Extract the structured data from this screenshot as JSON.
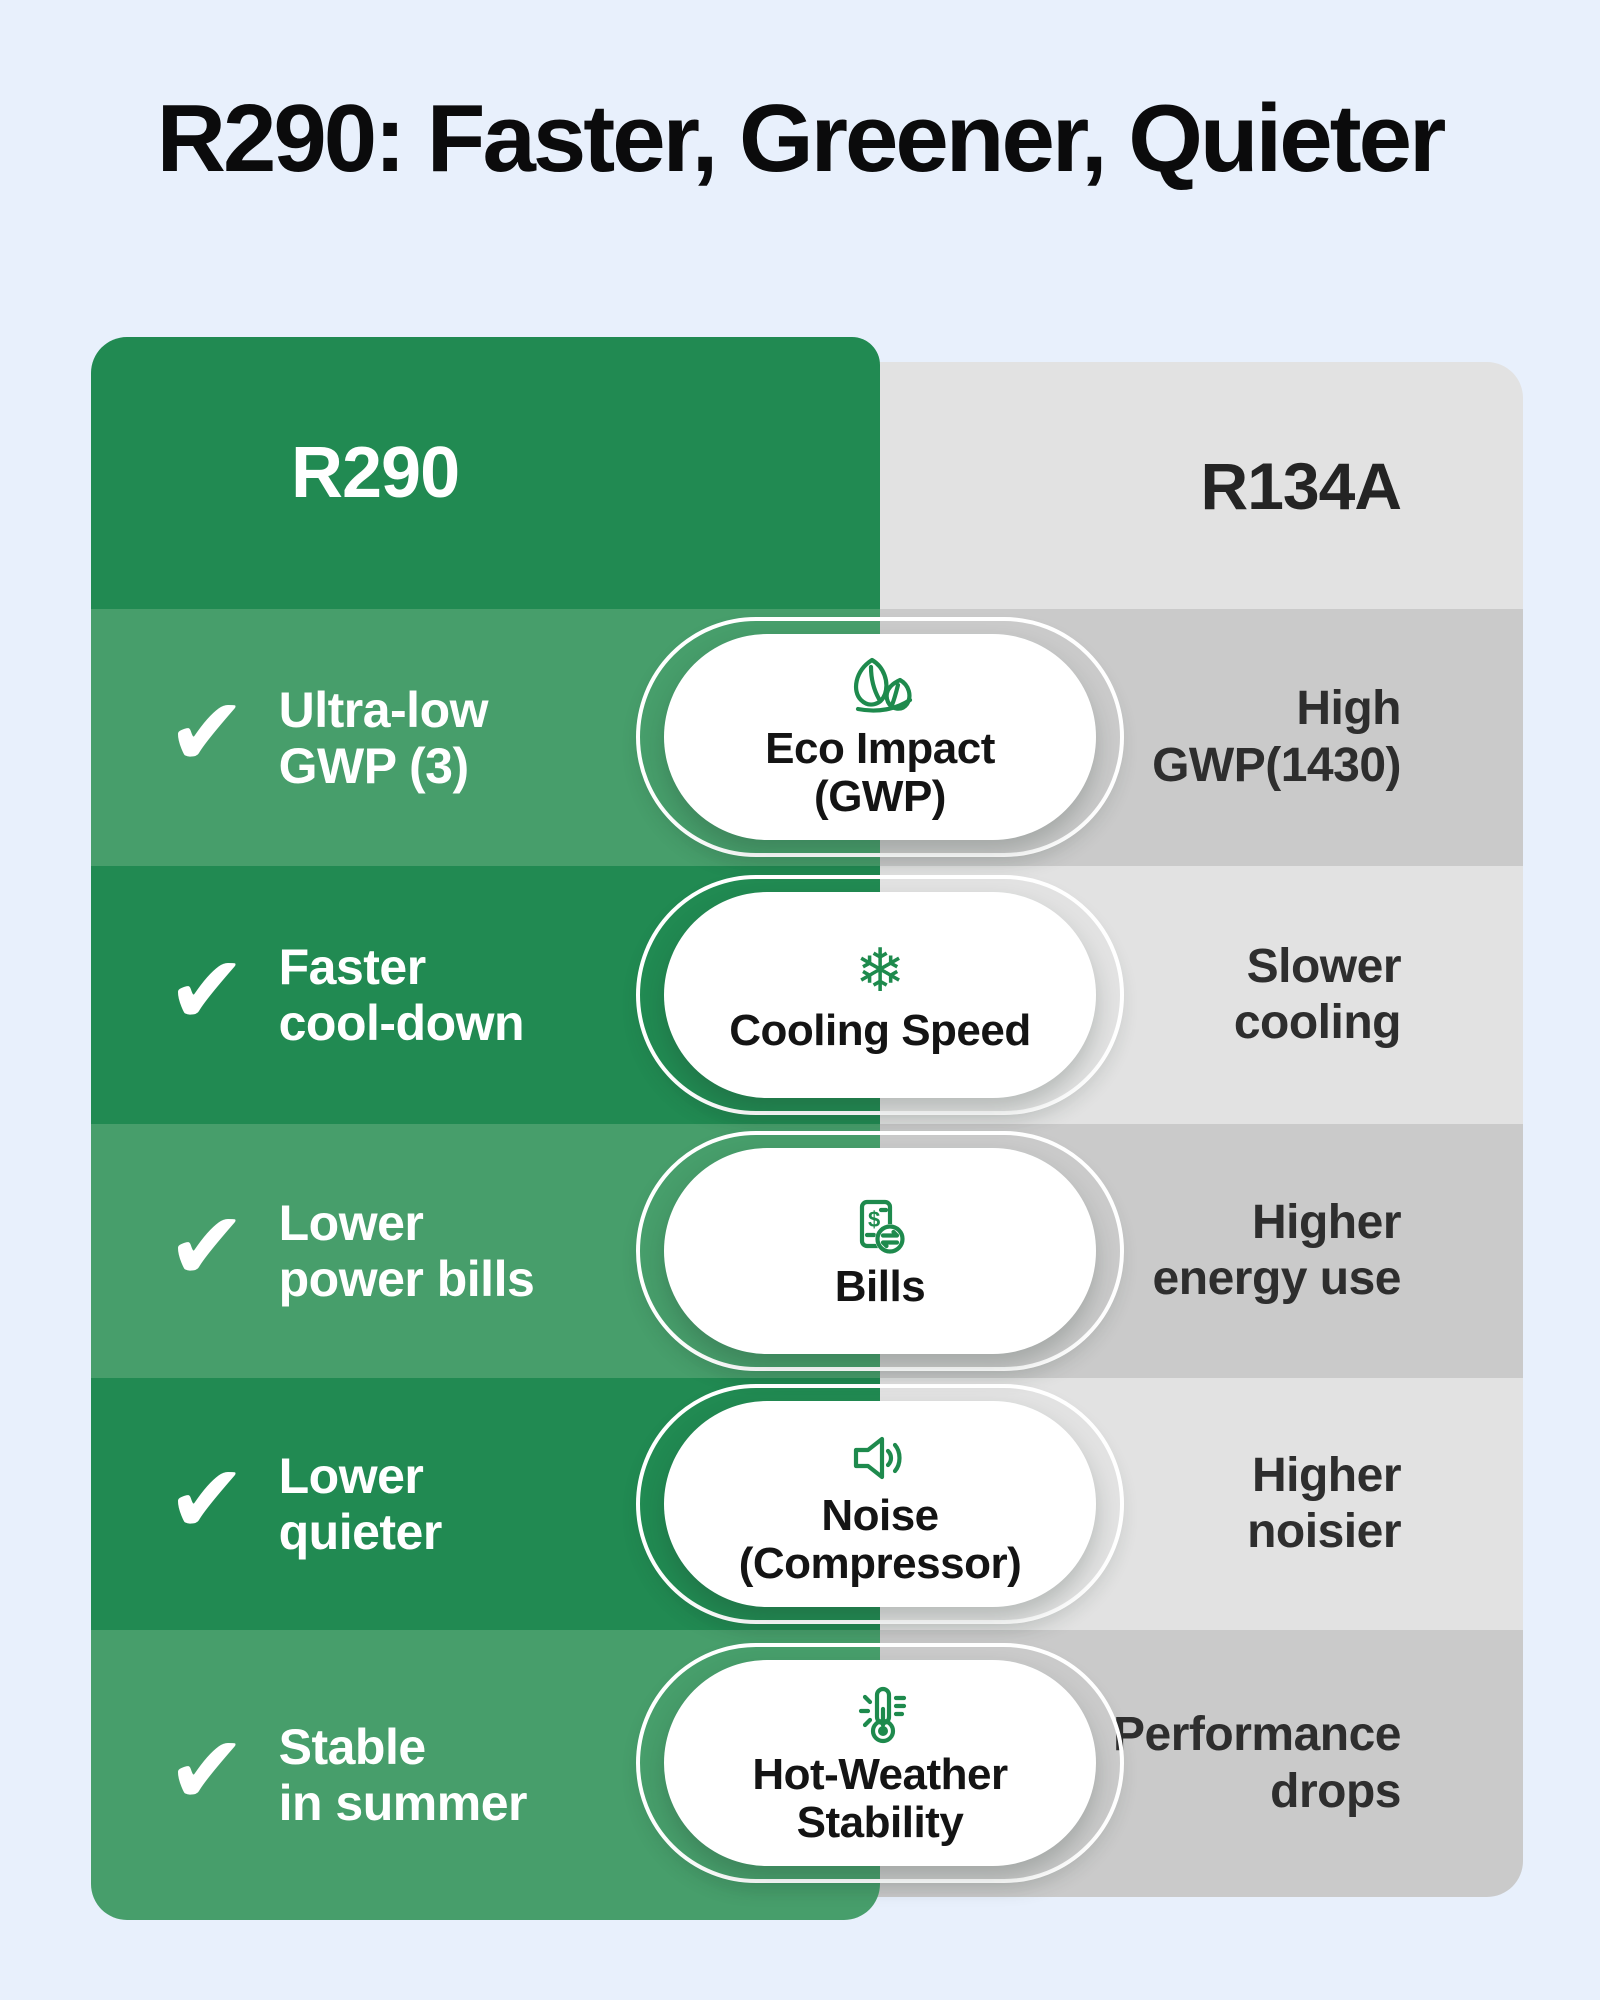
{
  "title": "R290: Faster, Greener, Quieter",
  "colors": {
    "bg": "#E8F0FC",
    "title": "#0B0B0C",
    "green_dark": "#218A52",
    "green_light": "#479E6B",
    "gray_header": "#E2E2E2",
    "gray_light": "#E2E2E2",
    "gray_dark": "#CACACA",
    "pill": "#FFFFFF",
    "icon_green": "#1E8A4D",
    "right_text": "#2E2E2E",
    "header_right_text": "#242424"
  },
  "table": {
    "checkmark": "✔",
    "snowflake_glyph": "❄",
    "left_header": "R290",
    "right_header": "R134A",
    "rows": [
      {
        "left": [
          "Ultra-low",
          "GWP (3)"
        ],
        "pill": {
          "icon": "leaf-icon",
          "label": [
            "Eco Impact",
            "(GWP)"
          ]
        },
        "right": [
          "High",
          "GWP(1430)"
        ]
      },
      {
        "left": [
          "Faster",
          "cool-down"
        ],
        "pill": {
          "icon": "snowflake-icon",
          "label": [
            "Cooling Speed"
          ]
        },
        "right": [
          "Slower",
          "cooling"
        ]
      },
      {
        "left": [
          "Lower",
          "power bills"
        ],
        "pill": {
          "icon": "bills-icon",
          "label": [
            "Bills"
          ]
        },
        "right": [
          "Higher",
          "energy use"
        ]
      },
      {
        "left": [
          "Lower",
          "quieter"
        ],
        "pill": {
          "icon": "speaker-icon",
          "label": [
            "Noise",
            "(Compressor)"
          ]
        },
        "right": [
          "Higher",
          "noisier"
        ]
      },
      {
        "left": [
          "Stable",
          "in summer"
        ],
        "pill": {
          "icon": "thermometer-icon",
          "label": [
            "Hot-Weather",
            "Stability"
          ]
        },
        "right": [
          "Performance",
          "drops"
        ]
      }
    ]
  }
}
